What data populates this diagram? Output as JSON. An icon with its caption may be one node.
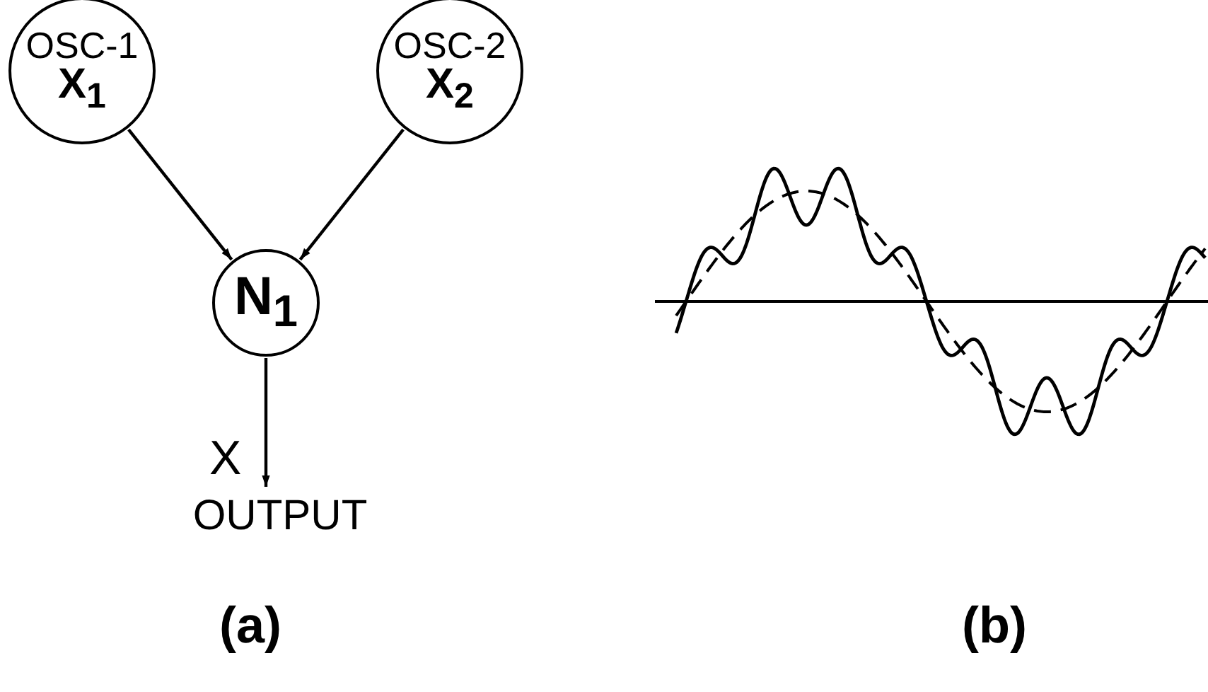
{
  "diagram": {
    "nodes": [
      {
        "text": [
          "OSC-1",
          "X$_{1}$"
        ]
      },
      {
        "text": [
          "OSC-2",
          "X$_{2}$"
        ]
      },
      {
        "text": [
          "N$_{1}$"
        ]
      },
      {
        "text": [
          "OUTPUT"
        ]
      }
    ],
    "edges": [
      {
        "from": 0,
        "to": 2,
        "arrow": "to"
      },
      {
        "from": 1,
        "to": 2,
        "arrow": "to"
      },
      {
        "from": 2,
        "to": 3,
        "label": "X",
        "arrow": "to"
      }
    ],
    "labels": [
      "(a)",
      "(b)"
    ]
  }
}
